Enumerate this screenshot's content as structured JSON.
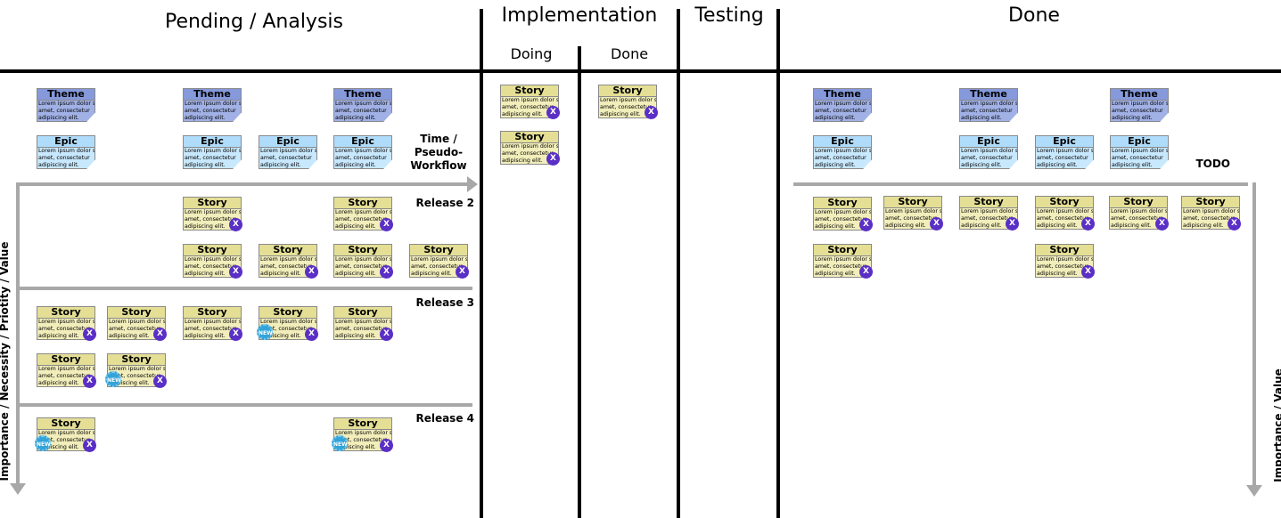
{
  "headers": {
    "pending": "Pending / Analysis",
    "implementation": "Implementation",
    "impl_doing": "Doing",
    "impl_done": "Done",
    "testing": "Testing",
    "done": "Done"
  },
  "card_titles": {
    "theme": "Theme",
    "epic": "Epic",
    "story": "Story"
  },
  "card_body": "Lorem ipsum dolor sit\namet, consectetur\nadipiscing elit.",
  "badges": {
    "remove": "X",
    "new": "NEW"
  },
  "labels": {
    "time": "Time /\nPseudo-\nWorkflow",
    "release2": "Release 2",
    "release3": "Release 3",
    "release4": "Release 4",
    "todo": "TODO",
    "importance_left": "Importance / Necessity / Priotity / Value",
    "importance_right": "Importance / Value"
  },
  "colors": {
    "theme": "#8599db",
    "epic": "#b0dcfb",
    "story": "#e4df95",
    "remove_badge": "#5a2fc6",
    "new_badge": "#33a3d8",
    "arrow": "#a8a8a8"
  },
  "counts": {
    "pending_themes": 3,
    "pending_epics": 4,
    "release2_stories": 6,
    "release3_stories": 7,
    "release4_stories": 2,
    "impl_doing_stories": 2,
    "impl_done_stories": 1,
    "done_themes": 3,
    "done_epics": 4,
    "done_stories": 8
  }
}
